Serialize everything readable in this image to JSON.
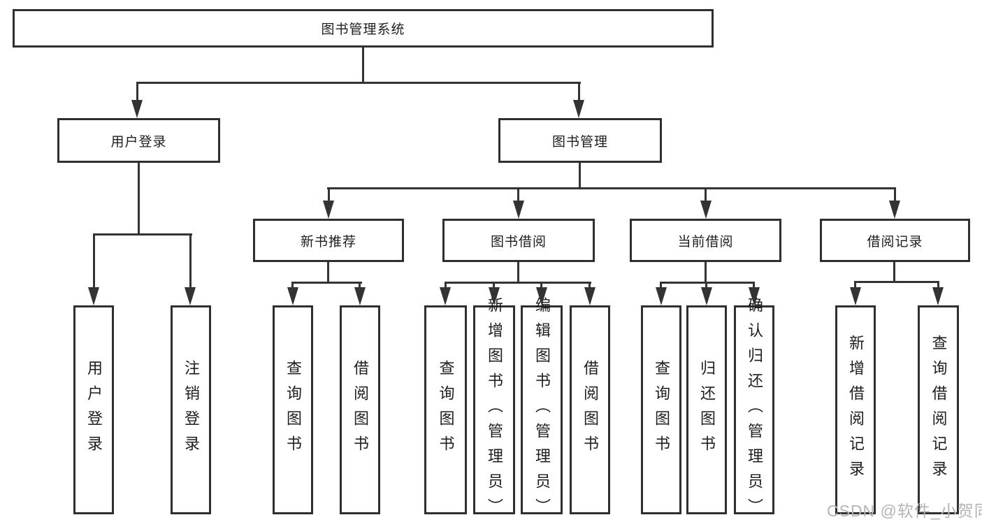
{
  "diagram": {
    "root": {
      "label": "图书管理系统"
    },
    "level2": [
      {
        "label": "用户登录"
      },
      {
        "label": "图书管理"
      }
    ],
    "level3": [
      {
        "label": "新书推荐",
        "parent": "图书管理"
      },
      {
        "label": "图书借阅",
        "parent": "图书管理"
      },
      {
        "label": "当前借阅",
        "parent": "图书管理"
      },
      {
        "label": "借阅记录",
        "parent": "图书管理"
      }
    ],
    "leaves": [
      {
        "label": "用户登录",
        "parent": "用户登录"
      },
      {
        "label": "注销登录",
        "parent": "用户登录"
      },
      {
        "label": "查询图书",
        "parent": "新书推荐"
      },
      {
        "label": "借阅图书",
        "parent": "新书推荐"
      },
      {
        "label": "查询图书",
        "parent": "图书借阅"
      },
      {
        "label": "新增图书（管理员）",
        "parent": "图书借阅"
      },
      {
        "label": "编辑图书（管理员）",
        "parent": "图书借阅"
      },
      {
        "label": "借阅图书",
        "parent": "图书借阅"
      },
      {
        "label": "查询图书",
        "parent": "当前借阅"
      },
      {
        "label": "归还图书",
        "parent": "当前借阅"
      },
      {
        "label": "确认归还（管理员）",
        "parent": "当前借阅"
      },
      {
        "label": "新增借阅记录",
        "parent": "借阅记录"
      },
      {
        "label": "查询借阅记录",
        "parent": "借阅记录"
      }
    ],
    "watermark": "CSDN @软件_小贺同学",
    "colors": {
      "line": "#333333",
      "border": "#2f2f2f",
      "text": "#1d1d1d",
      "watermark": "#b4b4b4",
      "background": "#ffffff"
    }
  }
}
